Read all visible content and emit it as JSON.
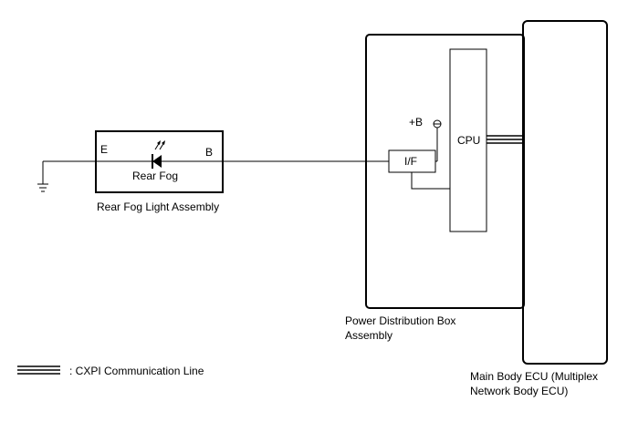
{
  "rear_fog_assembly": {
    "pin_e": "E",
    "pin_b": "B",
    "lamp_label": "Rear Fog",
    "caption": "Rear Fog Light Assembly"
  },
  "power_distribution_box": {
    "supply_label": "+B",
    "if_label": "I/F",
    "cpu_label": "CPU",
    "caption_line1": "Power Distribution Box",
    "caption_line2": "Assembly"
  },
  "main_body_ecu": {
    "caption_line1": "Main Body ECU (Multiplex",
    "caption_line2": "Network Body ECU)"
  },
  "legend": {
    "cxpi_label": ": CXPI Communication Line"
  }
}
